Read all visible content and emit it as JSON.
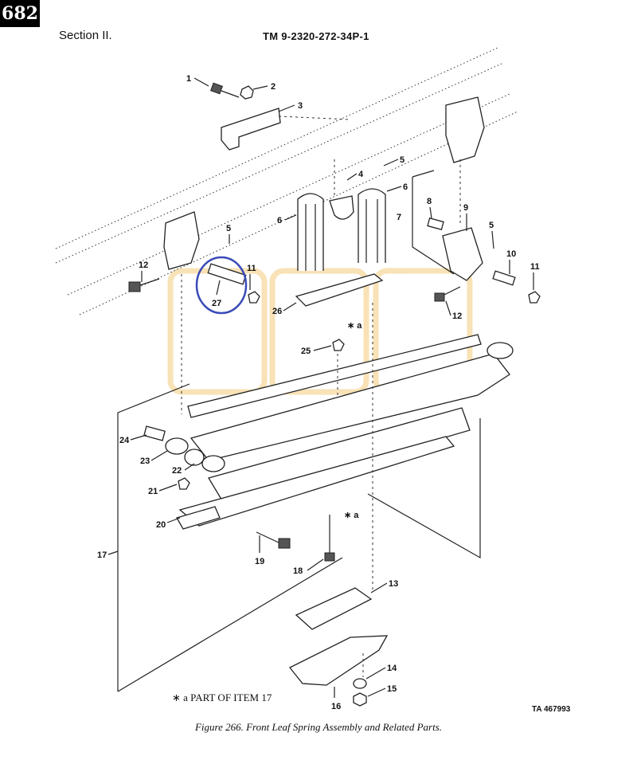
{
  "page_number": "682",
  "section": "Section II.",
  "tm_number": "TM  9-2320-272-34P-1",
  "figure_caption": "Figure 266. Front Leaf Spring Assembly and Related Parts.",
  "note": "∗ a   PART OF ITEM 17",
  "ta_number": "TA 467993",
  "highlight_color": "#3a4bb8",
  "watermark_color": "#f0c060",
  "callouts": [
    {
      "id": "c1",
      "label": "1"
    },
    {
      "id": "c2",
      "label": "2"
    },
    {
      "id": "c3",
      "label": "3"
    },
    {
      "id": "c4",
      "label": "4"
    },
    {
      "id": "c5a",
      "label": "5"
    },
    {
      "id": "c5b",
      "label": "5"
    },
    {
      "id": "c5c",
      "label": "5"
    },
    {
      "id": "c6a",
      "label": "6"
    },
    {
      "id": "c6b",
      "label": "6"
    },
    {
      "id": "c7",
      "label": "7"
    },
    {
      "id": "c8",
      "label": "8"
    },
    {
      "id": "c9",
      "label": "9"
    },
    {
      "id": "c10",
      "label": "10"
    },
    {
      "id": "c11a",
      "label": "11"
    },
    {
      "id": "c11b",
      "label": "11"
    },
    {
      "id": "c12a",
      "label": "12"
    },
    {
      "id": "c12b",
      "label": "12"
    },
    {
      "id": "c13",
      "label": "13"
    },
    {
      "id": "c14",
      "label": "14"
    },
    {
      "id": "c15",
      "label": "15"
    },
    {
      "id": "c16",
      "label": "16"
    },
    {
      "id": "c17",
      "label": "17"
    },
    {
      "id": "c18",
      "label": "18"
    },
    {
      "id": "c19",
      "label": "19"
    },
    {
      "id": "c20",
      "label": "20"
    },
    {
      "id": "c21",
      "label": "21"
    },
    {
      "id": "c22",
      "label": "22"
    },
    {
      "id": "c23",
      "label": "23"
    },
    {
      "id": "c24",
      "label": "24"
    },
    {
      "id": "c25",
      "label": "25"
    },
    {
      "id": "c26",
      "label": "26"
    },
    {
      "id": "c27",
      "label": "27"
    }
  ],
  "part_of_marks": [
    {
      "id": "pa1",
      "label": "∗ a"
    },
    {
      "id": "pa2",
      "label": "∗ a"
    }
  ]
}
